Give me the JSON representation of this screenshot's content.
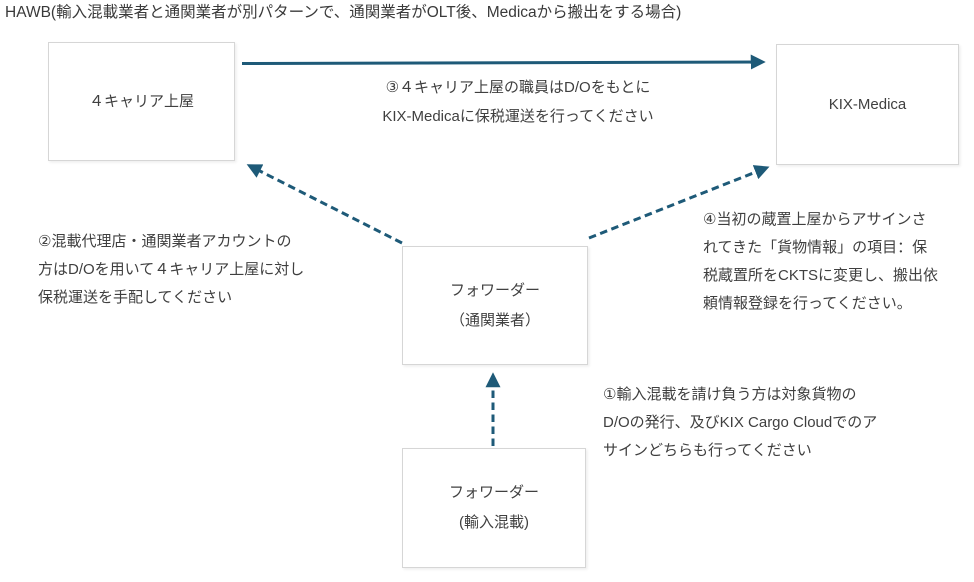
{
  "title": "HAWB(輸入混載業者と通関業者が別パターンで、通関業者がOLT後、Medicaから搬出をする場合)",
  "boxes": {
    "carrier_shed": "４キャリア上屋",
    "kix_medica": "KIX-Medica",
    "forwarder_customs": "フォワーダー\n（通関業者）",
    "forwarder_import": "フォワーダー\n(輸入混載)"
  },
  "annotations": {
    "step1": "①輸入混載を請け負う方は対象貨物の\nD/Oの発行、及びKIX Cargo Cloudでのア\nサインどちらも行ってください",
    "step2": "②混載代理店・通関業者アカウントの\n方はD/Oを用いて４キャリア上屋に対し\n保税運送を手配してください",
    "step3": "③４キャリア上屋の職員はD/Oをもとに\nKIX-Medicaに保税運送を行ってください",
    "step4": "④当初の蔵置上屋からアサインさ\nれてきた「貨物情報」の項目：保\n税蔵置所をCKTSに変更し、搬出依\n頼情報登録を行ってください。"
  },
  "arrows": [
    {
      "name": "carrier-to-medica",
      "style": "solid",
      "from": "carrier_shed",
      "to": "kix_medica"
    },
    {
      "name": "forwarder-customs-to-carrier",
      "style": "dashed",
      "from": "forwarder_customs",
      "to": "carrier_shed"
    },
    {
      "name": "forwarder-customs-to-medica",
      "style": "dashed",
      "from": "forwarder_customs",
      "to": "kix_medica"
    },
    {
      "name": "forwarder-import-to-forwarder-customs",
      "style": "dashed",
      "from": "forwarder_import",
      "to": "forwarder_customs"
    }
  ],
  "colors": {
    "arrow": "#1E5A78",
    "box_border": "#D6D6D6",
    "text": "#3F3F3F",
    "background": "#FFFFFF"
  }
}
